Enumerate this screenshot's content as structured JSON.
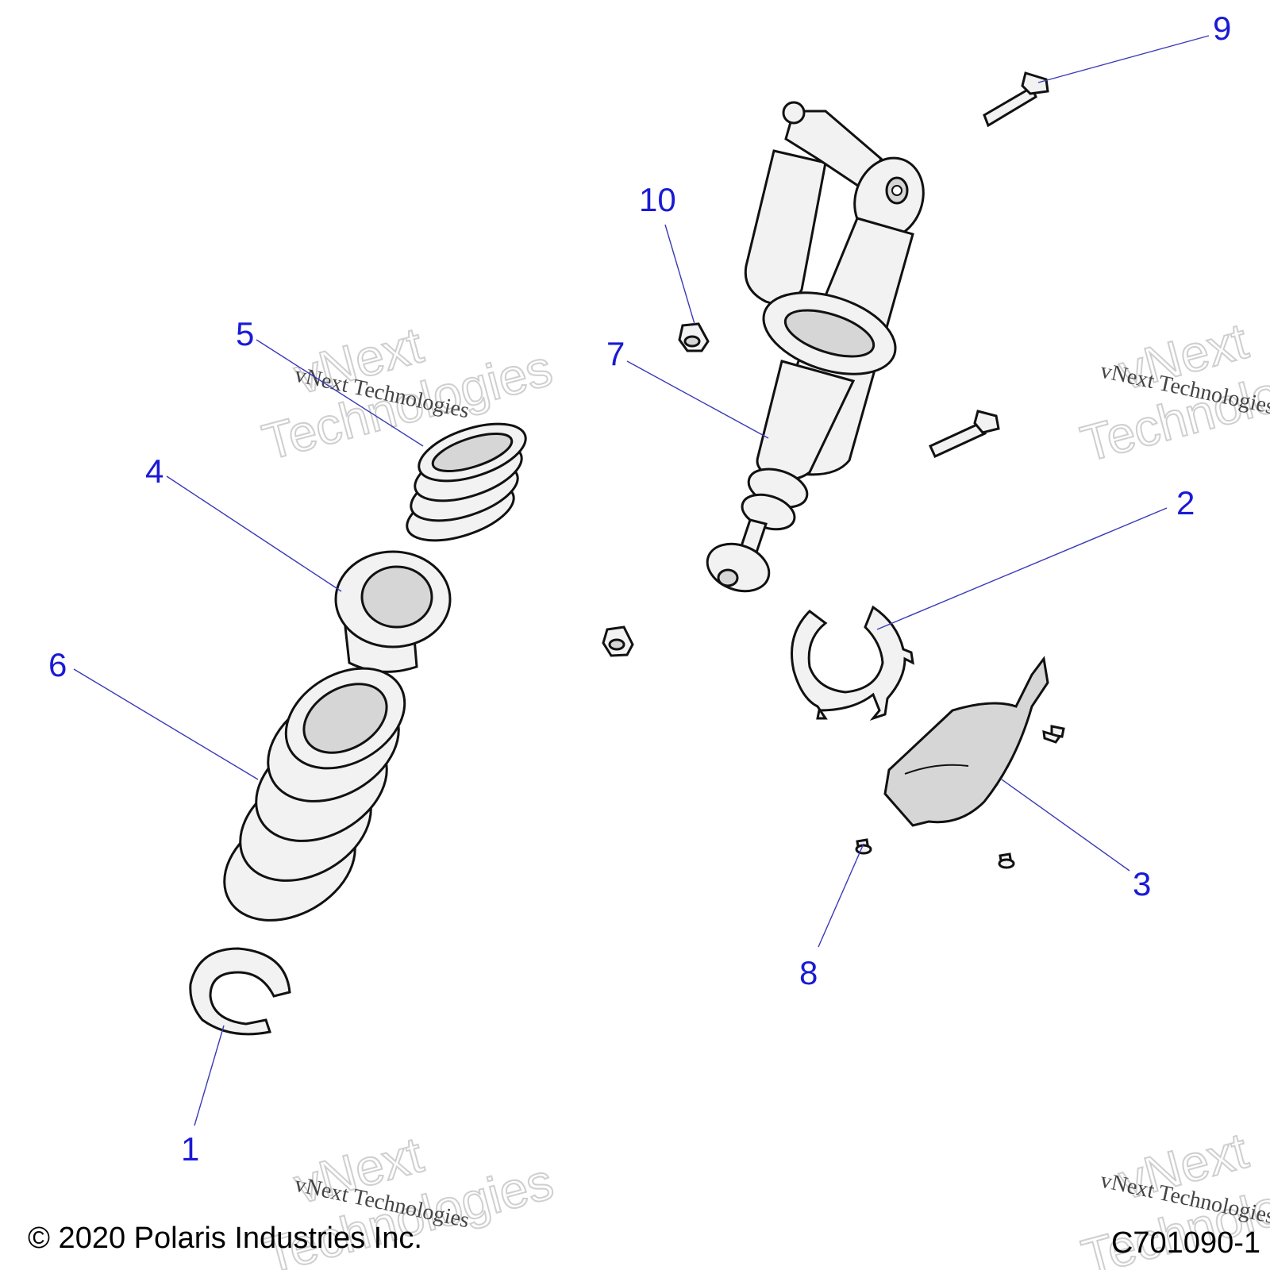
{
  "diagram": {
    "callouts": [
      "1",
      "2",
      "3",
      "4",
      "5",
      "6",
      "7",
      "8",
      "9",
      "10"
    ],
    "watermark": {
      "line_small": "vNext Technologies",
      "line_big_1": "vNext",
      "line_big_2": "Technologies"
    },
    "footer": {
      "copyright": "© 2020 Polaris Industries Inc.",
      "code": "C701090-1"
    },
    "colors": {
      "callout": "#1a1ad6",
      "leader": "#3a3ab8",
      "outline": "#111111"
    }
  }
}
